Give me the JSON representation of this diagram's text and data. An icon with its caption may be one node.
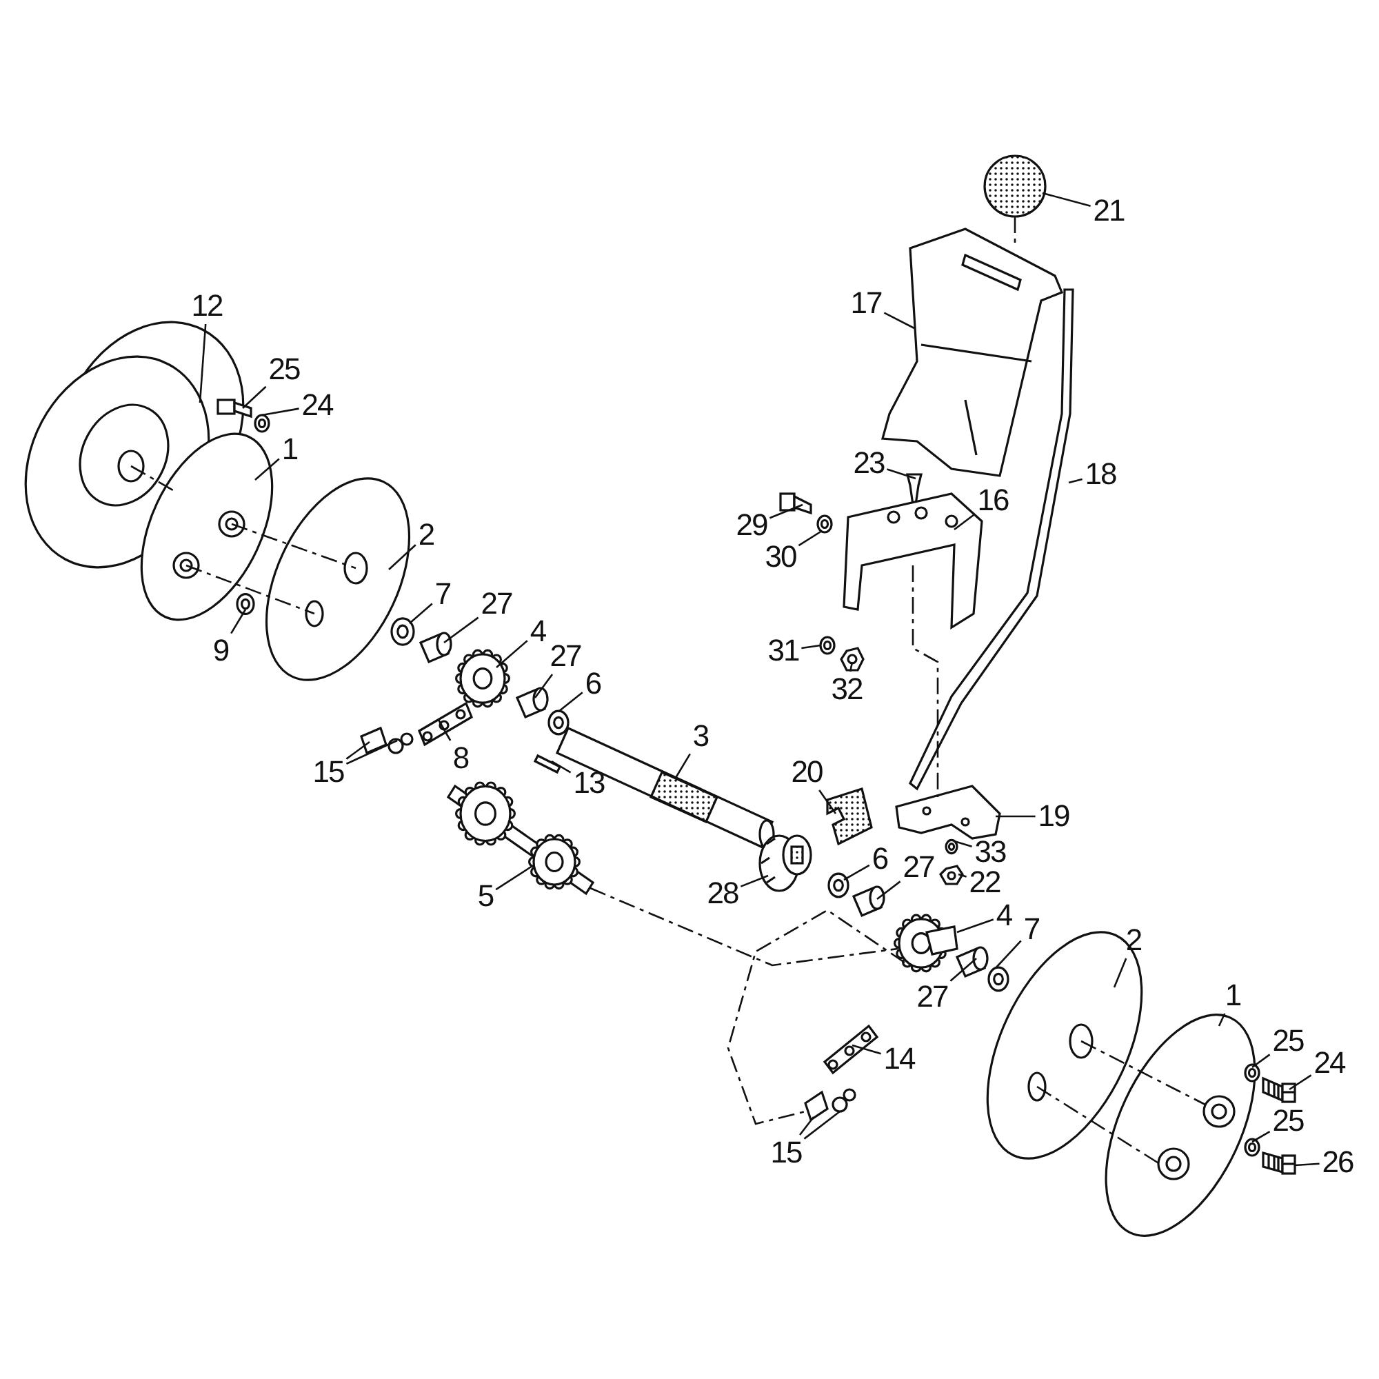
{
  "diagram": {
    "nodes": [
      {
        "text": [
          "12"
        ]
      },
      {
        "text": [
          "25"
        ]
      },
      {
        "text": [
          "24"
        ]
      },
      {
        "text": [
          "1"
        ]
      },
      {
        "text": [
          "2"
        ]
      },
      {
        "text": [
          "9"
        ]
      },
      {
        "text": [
          "7"
        ]
      },
      {
        "text": [
          "27"
        ]
      },
      {
        "text": [
          "4"
        ]
      },
      {
        "text": [
          "27"
        ]
      },
      {
        "text": [
          "6"
        ]
      },
      {
        "text": [
          "15"
        ]
      },
      {
        "text": [
          "8"
        ]
      },
      {
        "text": [
          "13"
        ]
      },
      {
        "text": [
          "3"
        ]
      },
      {
        "text": [
          "5"
        ]
      },
      {
        "text": [
          "20"
        ]
      },
      {
        "text": [
          "28"
        ]
      },
      {
        "text": [
          "6"
        ]
      },
      {
        "text": [
          "27"
        ]
      },
      {
        "text": [
          "4"
        ]
      },
      {
        "text": [
          "7"
        ]
      },
      {
        "text": [
          "27"
        ]
      },
      {
        "text": [
          "2"
        ]
      },
      {
        "text": [
          "1"
        ]
      },
      {
        "text": [
          "25"
        ]
      },
      {
        "text": [
          "24"
        ]
      },
      {
        "text": [
          "25"
        ]
      },
      {
        "text": [
          "26"
        ]
      },
      {
        "text": [
          "14"
        ]
      },
      {
        "text": [
          "15"
        ]
      },
      {
        "text": [
          "21"
        ]
      },
      {
        "text": [
          "17"
        ]
      },
      {
        "text": [
          "18"
        ]
      },
      {
        "text": [
          "23"
        ]
      },
      {
        "text": [
          "16"
        ]
      },
      {
        "text": [
          "29"
        ]
      },
      {
        "text": [
          "30"
        ]
      },
      {
        "text": [
          "31"
        ]
      },
      {
        "text": [
          "32"
        ]
      },
      {
        "text": [
          "19"
        ]
      },
      {
        "text": [
          "33"
        ]
      },
      {
        "text": [
          "22"
        ]
      },
      {
        "text": [],
        "shape": "picture"
      },
      {
        "text": [],
        "shape": "picture"
      },
      {
        "text": [],
        "shape": "picture"
      },
      {
        "text": [],
        "shape": "picture"
      },
      {
        "text": [],
        "shape": "picture"
      },
      {
        "text": [],
        "shape": "picture"
      },
      {
        "text": [],
        "shape": "picture"
      },
      {
        "text": [],
        "shape": "picture"
      },
      {
        "text": [],
        "shape": "picture"
      },
      {
        "text": [],
        "shape": "picture"
      },
      {
        "text": [],
        "shape": "picture"
      },
      {
        "text": [],
        "shape": "picture"
      },
      {
        "text": [],
        "shape": "picture"
      },
      {
        "text": [],
        "shape": "picture"
      },
      {
        "text": [],
        "shape": "picture"
      },
      {
        "text": [],
        "shape": "picture"
      },
      {
        "text": [],
        "shape": "picture"
      },
      {
        "text": [],
        "shape": "picture"
      },
      {
        "text": [],
        "shape": "picture"
      },
      {
        "text": [],
        "shape": "picture"
      },
      {
        "text": [],
        "shape": "picture"
      },
      {
        "text": [],
        "shape": "picture"
      },
      {
        "text": [],
        "shape": "picture"
      },
      {
        "text": [],
        "shape": "picture"
      },
      {
        "text": [],
        "shape": "picture"
      },
      {
        "text": [],
        "shape": "picture"
      },
      {
        "text": [],
        "shape": "picture"
      },
      {
        "text": [],
        "shape": "picture"
      },
      {
        "text": [],
        "shape": "picture"
      },
      {
        "text": [],
        "shape": "picture"
      },
      {
        "text": [],
        "shape": "picture"
      },
      {
        "text": [],
        "shape": "picture"
      },
      {
        "text": [],
        "shape": "picture"
      },
      {
        "text": [],
        "shape": "picture"
      },
      {
        "text": [],
        "shape": "picture"
      },
      {
        "text": [],
        "shape": "picture"
      },
      {
        "text": [],
        "shape": "picture"
      },
      {
        "text": [],
        "shape": "picture"
      },
      {
        "text": [],
        "shape": "picture"
      },
      {
        "text": [],
        "shape": "picture"
      },
      {
        "text": [],
        "shape": "picture"
      },
      {
        "text": [],
        "shape": "picture"
      },
      {
        "text": [],
        "shape": "picture"
      },
      {
        "text": [],
        "shape": "picture"
      },
      {
        "text": [],
        "shape": "picture"
      }
    ],
    "edges": [
      {
        "from": 0,
        "to": 43,
        "arrow": "none"
      },
      {
        "from": 1,
        "to": 44,
        "arrow": "none"
      },
      {
        "from": 2,
        "to": 45,
        "arrow": "none"
      },
      {
        "from": 3,
        "to": 46,
        "arrow": "none"
      },
      {
        "from": 4,
        "to": 47,
        "arrow": "none"
      },
      {
        "from": 5,
        "to": 48,
        "arrow": "none"
      },
      {
        "from": 6,
        "to": 49,
        "arrow": "none"
      },
      {
        "from": 7,
        "to": 50,
        "arrow": "none"
      },
      {
        "from": 8,
        "to": 51,
        "arrow": "none"
      },
      {
        "from": 9,
        "to": 52,
        "arrow": "none"
      },
      {
        "from": 10,
        "to": 53,
        "arrow": "none"
      },
      {
        "from": 11,
        "to": 54,
        "arrow": "none"
      },
      {
        "from": 11,
        "to": 55,
        "arrow": "none"
      },
      {
        "from": 12,
        "to": 56,
        "arrow": "none"
      },
      {
        "from": 13,
        "to": 57,
        "arrow": "none"
      },
      {
        "from": 14,
        "to": 58,
        "arrow": "none"
      },
      {
        "from": 15,
        "to": 59,
        "arrow": "none"
      },
      {
        "from": 16,
        "to": 60,
        "arrow": "none"
      },
      {
        "from": 17,
        "to": 61,
        "arrow": "none"
      },
      {
        "from": 18,
        "to": 62,
        "arrow": "none"
      },
      {
        "from": 19,
        "to": 63,
        "arrow": "none"
      },
      {
        "from": 20,
        "to": 64,
        "arrow": "none"
      },
      {
        "from": 21,
        "to": 65,
        "arrow": "none"
      },
      {
        "from": 22,
        "to": 66,
        "arrow": "none"
      },
      {
        "from": 23,
        "to": 67,
        "arrow": "none"
      },
      {
        "from": 24,
        "to": 68,
        "arrow": "none"
      },
      {
        "from": 25,
        "to": 69,
        "arrow": "none"
      },
      {
        "from": 26,
        "to": 70,
        "arrow": "none"
      },
      {
        "from": 27,
        "to": 71,
        "arrow": "none"
      },
      {
        "from": 28,
        "to": 72,
        "arrow": "none"
      },
      {
        "from": 29,
        "to": 73,
        "arrow": "none"
      },
      {
        "from": 30,
        "to": 74,
        "arrow": "none"
      },
      {
        "from": 30,
        "to": 75,
        "arrow": "none"
      },
      {
        "from": 31,
        "to": 76,
        "arrow": "none"
      },
      {
        "from": 32,
        "to": 77,
        "arrow": "none"
      },
      {
        "from": 33,
        "to": 78,
        "arrow": "none"
      },
      {
        "from": 34,
        "to": 79,
        "arrow": "none"
      },
      {
        "from": 35,
        "to": 80,
        "arrow": "none"
      },
      {
        "from": 36,
        "to": 81,
        "arrow": "none"
      },
      {
        "from": 37,
        "to": 82,
        "arrow": "none"
      },
      {
        "from": 38,
        "to": 83,
        "arrow": "none"
      },
      {
        "from": 39,
        "to": 84,
        "arrow": "none"
      },
      {
        "from": 40,
        "to": 85,
        "arrow": "none"
      },
      {
        "from": 41,
        "to": 86,
        "arrow": "none"
      },
      {
        "from": 42,
        "to": 87,
        "arrow": "none"
      },
      {
        "from": 43,
        "to": 46,
        "arrow": "none",
        "style": "dashed"
      },
      {
        "from": 46,
        "to": 47,
        "arrow": "none",
        "style": "dashed"
      },
      {
        "from": 46,
        "to": 47,
        "arrow": "none",
        "style": "dashed"
      },
      {
        "from": 59,
        "to": 64,
        "arrow": "none",
        "style": "dashed"
      },
      {
        "from": 64,
        "to": 74,
        "arrow": "none",
        "style": "dashed"
      },
      {
        "from": 67,
        "to": 68,
        "arrow": "none",
        "style": "dashed"
      },
      {
        "from": 67,
        "to": 68,
        "arrow": "none",
        "style": "dashed"
      },
      {
        "from": 76,
        "to": 77,
        "arrow": "none",
        "style": "dashed"
      },
      {
        "from": 80,
        "to": 85,
        "arrow": "none",
        "style": "dashed"
      }
    ]
  }
}
